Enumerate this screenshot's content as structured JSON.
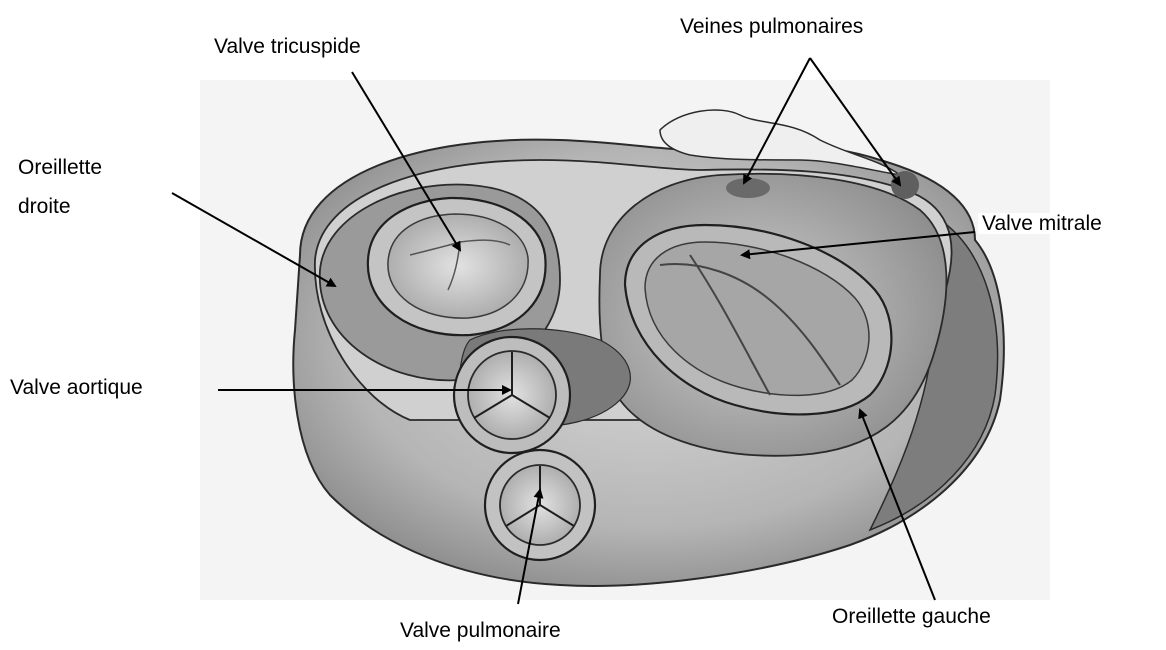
{
  "labels": {
    "valve_tricuspid": "Valve tricuspide",
    "pulmonary_veins": "Veines pulmonaires",
    "right_atrium_line1": "Oreillette",
    "right_atrium_line2": "droite",
    "mitral_valve": "Valve mitrale",
    "aortic_valve": "Valve aortique",
    "pulmonary_valve": "Valve pulmonaire",
    "left_atrium": "Oreillette gauche"
  },
  "colors": {
    "ink": "#2a2a2a",
    "shade_dark": "#6e6e6e",
    "shade_mid": "#9a9a9a",
    "shade_light": "#c9c9c9",
    "paper": "#f2f2f2",
    "arrow": "#000000"
  }
}
